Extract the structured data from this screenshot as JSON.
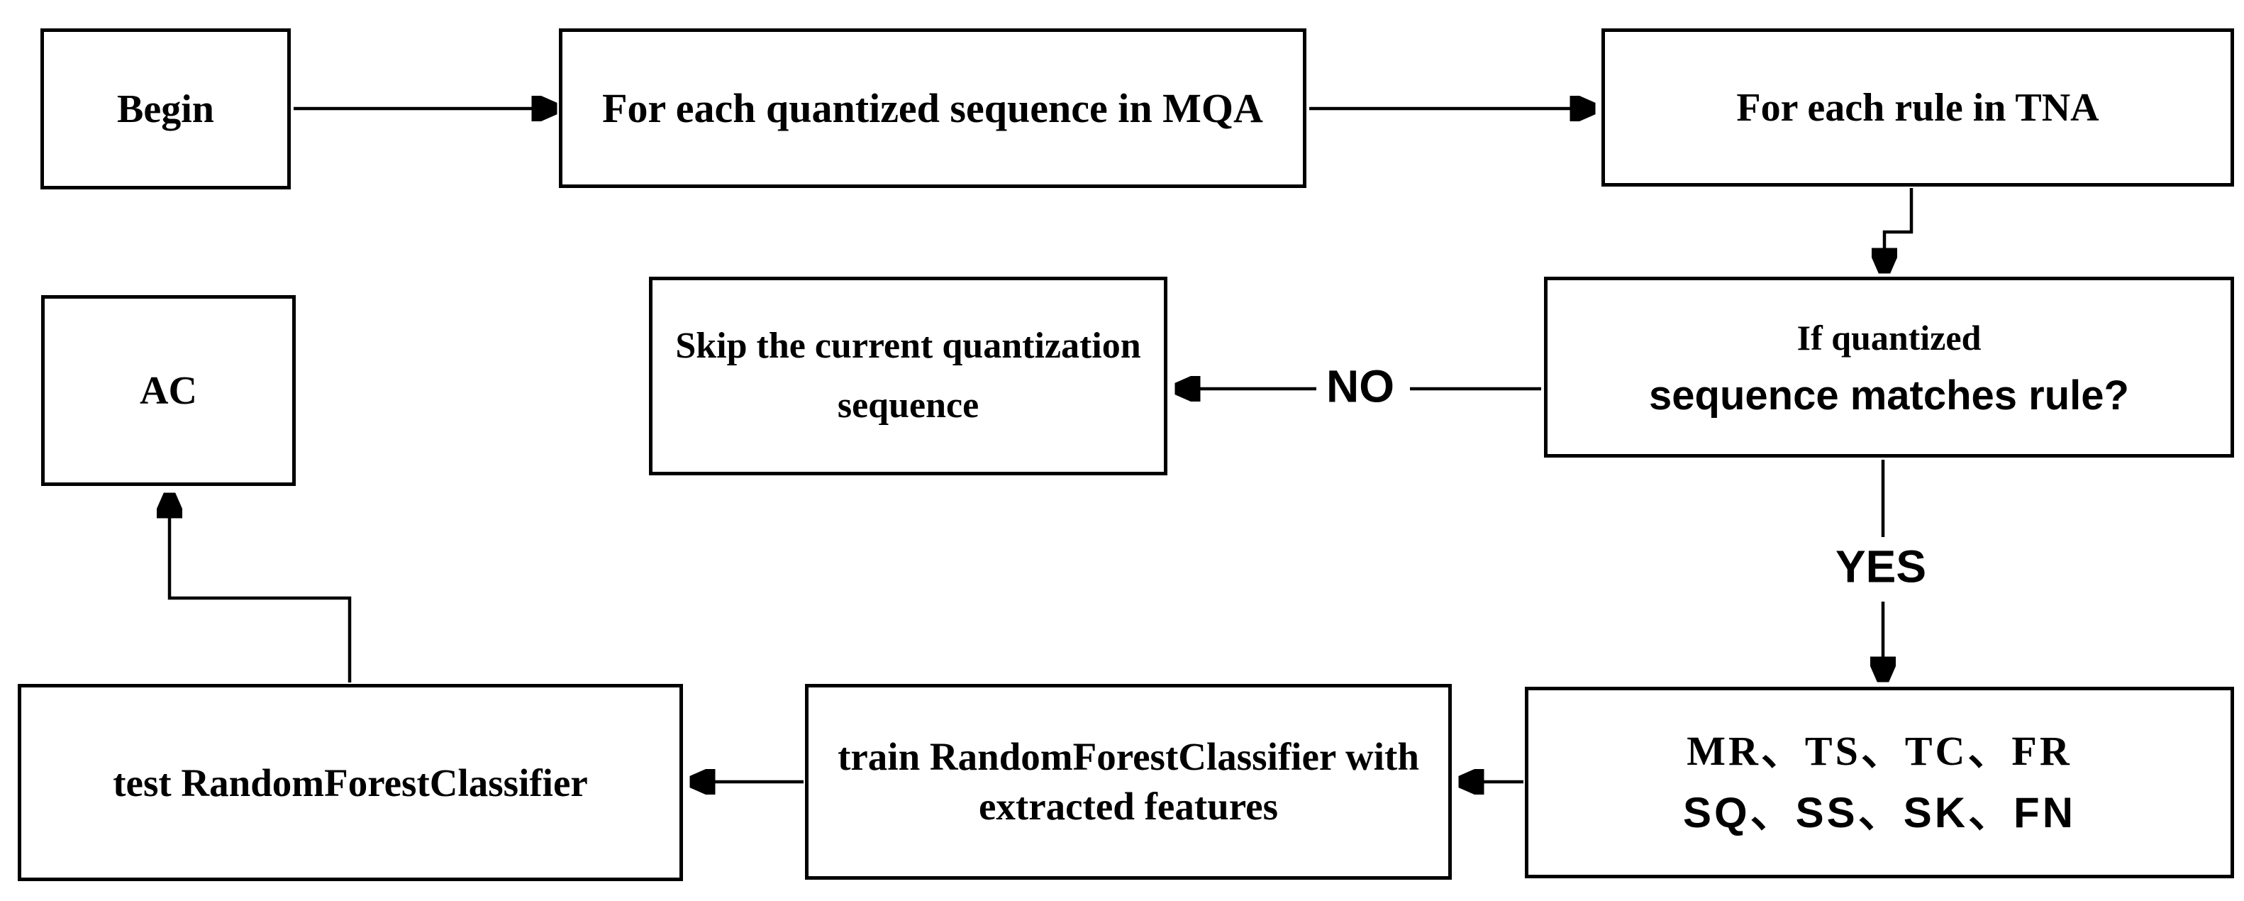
{
  "diagram": {
    "type": "flowchart",
    "colors": {
      "background": "#ffffff",
      "stroke": "#000000",
      "text": "#000000"
    },
    "nodes": {
      "begin": {
        "label": "Begin"
      },
      "mqa_loop": {
        "label": "For each quantized sequence in MQA"
      },
      "tna_loop": {
        "label": "For each rule in TNA"
      },
      "skip": {
        "lines": [
          "Skip the current quantization",
          "sequence"
        ]
      },
      "decision": {
        "lines": [
          "If quantized",
          "sequence matches rule?"
        ]
      },
      "features": {
        "lines": [
          "MR、TS、TC、FR",
          "SQ、SS、SK、FN"
        ]
      },
      "train": {
        "lines": [
          "train RandomForestClassifier with",
          "extracted features"
        ]
      },
      "test": {
        "label": "test RandomForestClassifier"
      },
      "ac": {
        "label": "AC"
      }
    },
    "edge_labels": {
      "no": "NO",
      "yes": "YES"
    }
  }
}
